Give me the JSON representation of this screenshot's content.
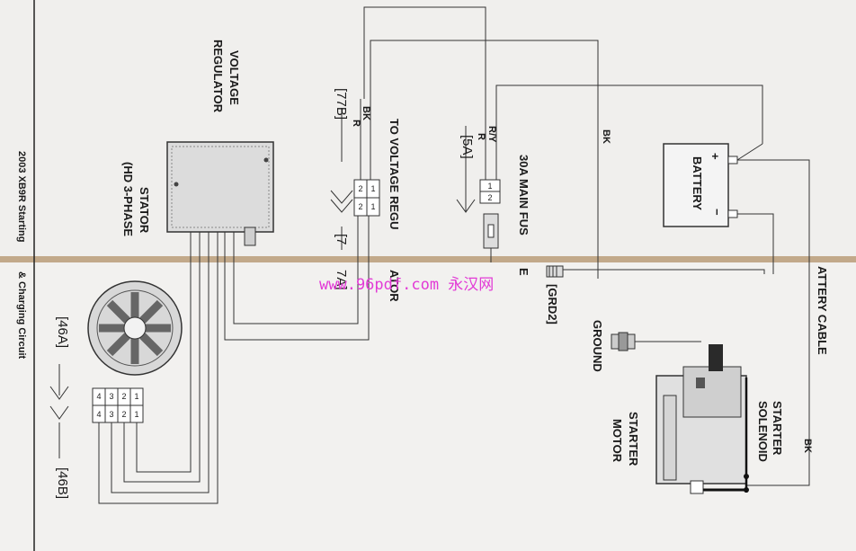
{
  "labels": {
    "voltage_regulator_1": "VOLTAGE",
    "voltage_regulator_2": "REGULATOR",
    "footer_top": "2003 XB9R Starting",
    "footer_bottom": "& Charging Circuit",
    "stator_1": "STATOR",
    "stator_2": "(HD 3-PHASE",
    "ref_77b": "[77B]",
    "ref_77a_top": "[7",
    "ref_77a_bottom": "7A]",
    "wire_bk_vr": "BK",
    "wire_r_vr": "R",
    "to_vr_top": "TO VOLTAGE REGU",
    "to_vr_bottom": "ATOR",
    "ref_5a": "[5A]",
    "wire_ry": "R/Y",
    "wire_r_fuse": "R",
    "main_fuse_top": "30A MAIN FUS",
    "main_fuse_bottom": "E",
    "wire_bk_top": "BK",
    "battery": "BATTERY",
    "battery_plus": "+",
    "battery_minus": "−",
    "battery_cable": "ATTERY CABLE",
    "ref_grd2": "[GRD2]",
    "ground": "GROUND",
    "starter_motor_1": "STARTER",
    "starter_motor_2": "MOTOR",
    "starter_solenoid_1": "STARTER",
    "starter_solenoid_2": "SOLENOID",
    "wire_bk_solenoid": "BK",
    "ref_46a": "[46A]",
    "ref_46b": "[46B]"
  },
  "connectors": {
    "vr_plug": [
      "2",
      "1",
      "2",
      "1"
    ],
    "fuse_plug": [
      "1",
      "2"
    ],
    "stator_pins": [
      "1",
      "2",
      "3",
      "4",
      "1",
      "2",
      "3",
      "4"
    ]
  },
  "watermark": "www.96pdf.com 永汉网"
}
